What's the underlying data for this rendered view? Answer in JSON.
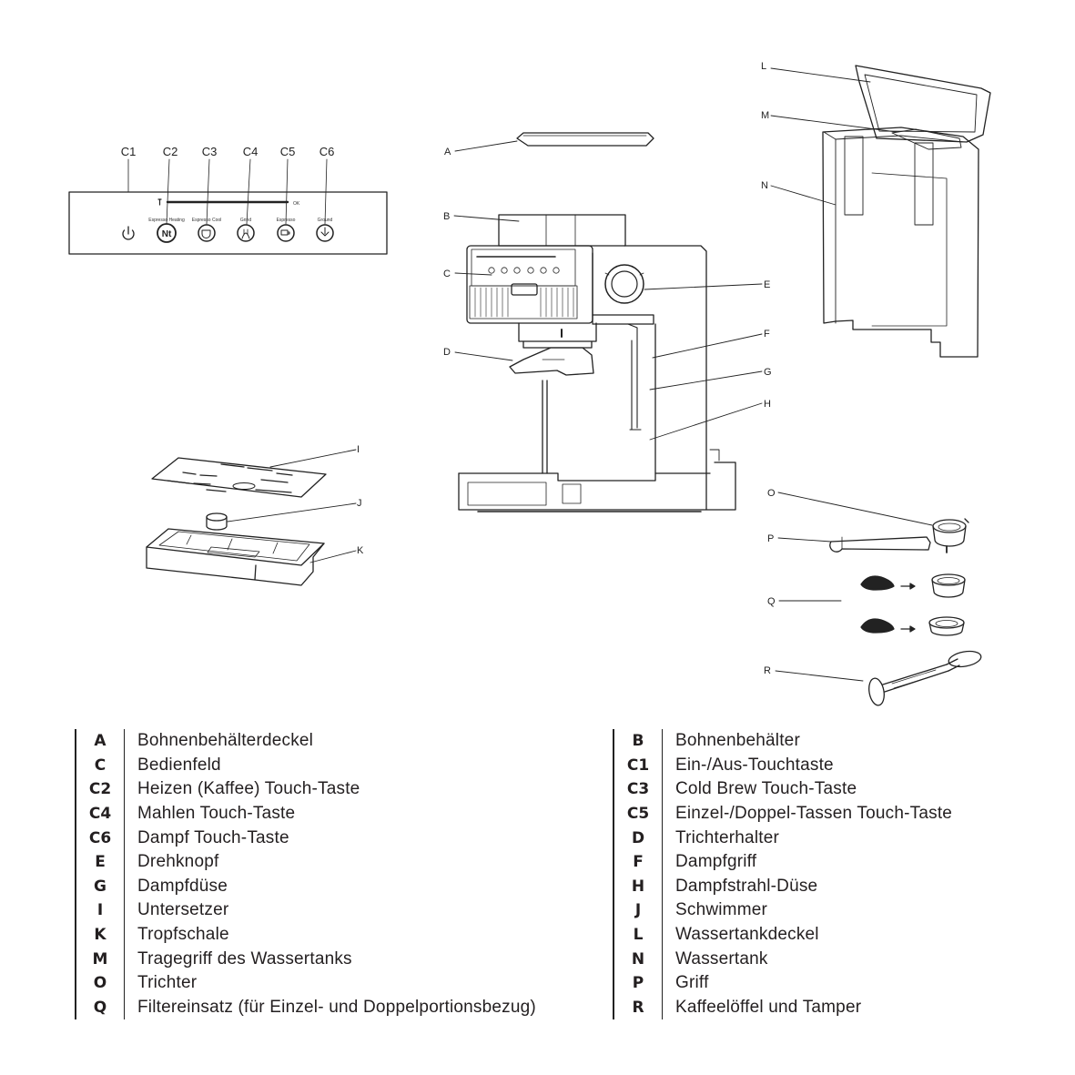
{
  "panel": {
    "headers": [
      "C1",
      "C2",
      "C3",
      "C4",
      "C5",
      "C6"
    ],
    "button_captions": [
      "Espresso Heating",
      "Espresso Cool",
      "Grind",
      "Espresso",
      "Ground"
    ],
    "indicator_label": "OK"
  },
  "callouts": [
    "A",
    "B",
    "C",
    "D",
    "E",
    "F",
    "G",
    "H",
    "I",
    "J",
    "K",
    "L",
    "M",
    "N",
    "O",
    "P",
    "Q",
    "R"
  ],
  "icons": {
    "power": "power-icon",
    "heating": "heat-icon",
    "cold_brew": "cup-icon",
    "grind": "grind-icon",
    "cups": "cups-icon",
    "steam": "steam-icon"
  },
  "legend": {
    "left": [
      {
        "code": "A",
        "name": "Bohnenbehälterdeckel"
      },
      {
        "code": "C",
        "name": "Bedienfeld"
      },
      {
        "code": "C2",
        "name": "Heizen (Kaffee) Touch-Taste"
      },
      {
        "code": "C4",
        "name": "Mahlen Touch-Taste"
      },
      {
        "code": "C6",
        "name": "Dampf Touch-Taste"
      },
      {
        "code": "E",
        "name": "Drehknopf"
      },
      {
        "code": "G",
        "name": "Dampfdüse"
      },
      {
        "code": "I",
        "name": "Untersetzer"
      },
      {
        "code": "K",
        "name": "Tropfschale"
      },
      {
        "code": "M",
        "name": "Tragegriff des Wassertanks"
      },
      {
        "code": "O",
        "name": "Trichter"
      },
      {
        "code": "Q",
        "name": "Filtereinsatz (für Einzel- und Doppelportionsbezug)"
      }
    ],
    "right": [
      {
        "code": "B",
        "name": "Bohnenbehälter"
      },
      {
        "code": "C1",
        "name": "Ein-/Aus-Touchtaste"
      },
      {
        "code": "C3",
        "name": "Cold Brew Touch-Taste"
      },
      {
        "code": "C5",
        "name": "Einzel-/Doppel-Tassen Touch-Taste"
      },
      {
        "code": "D",
        "name": "Trichterhalter"
      },
      {
        "code": "F",
        "name": "Dampfgriff"
      },
      {
        "code": "H",
        "name": "Dampfstrahl-Düse"
      },
      {
        "code": "J",
        "name": "Schwimmer"
      },
      {
        "code": "L",
        "name": "Wassertankdeckel"
      },
      {
        "code": "N",
        "name": "Wassertank"
      },
      {
        "code": "P",
        "name": "Griff"
      },
      {
        "code": "R",
        "name": "Kaffeelöffel und Tamper"
      }
    ]
  }
}
